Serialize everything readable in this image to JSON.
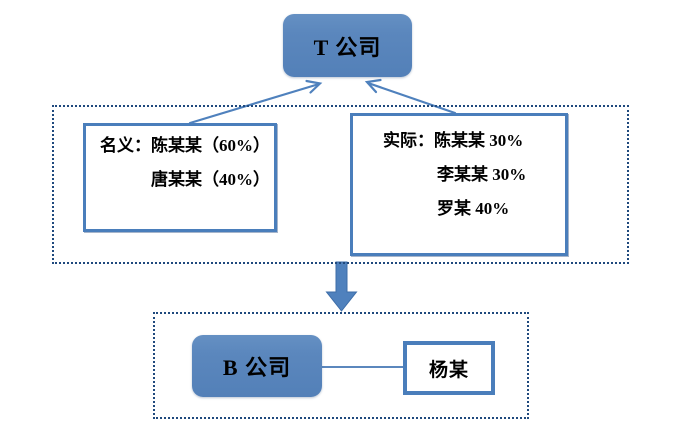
{
  "colors": {
    "shape_fill": "#5b87bd",
    "box_border": "#4a7ebb",
    "dotted_border": "#1f497d",
    "connector_blue": "#4f81bd",
    "text": "#000000",
    "background": "#ffffff"
  },
  "top_company": {
    "label": "T 公司"
  },
  "holding_layer": {
    "nominal_box": {
      "lines": [
        "名义：陈某某（60%）",
        "唐某某（40%）"
      ]
    },
    "actual_box": {
      "lines": [
        "实际：陈某某 30%",
        "李某某 30%",
        "罗某 40%"
      ]
    }
  },
  "subsidiary_layer": {
    "company_box": {
      "label": "B 公司"
    },
    "person_box": {
      "label": "杨某"
    }
  }
}
